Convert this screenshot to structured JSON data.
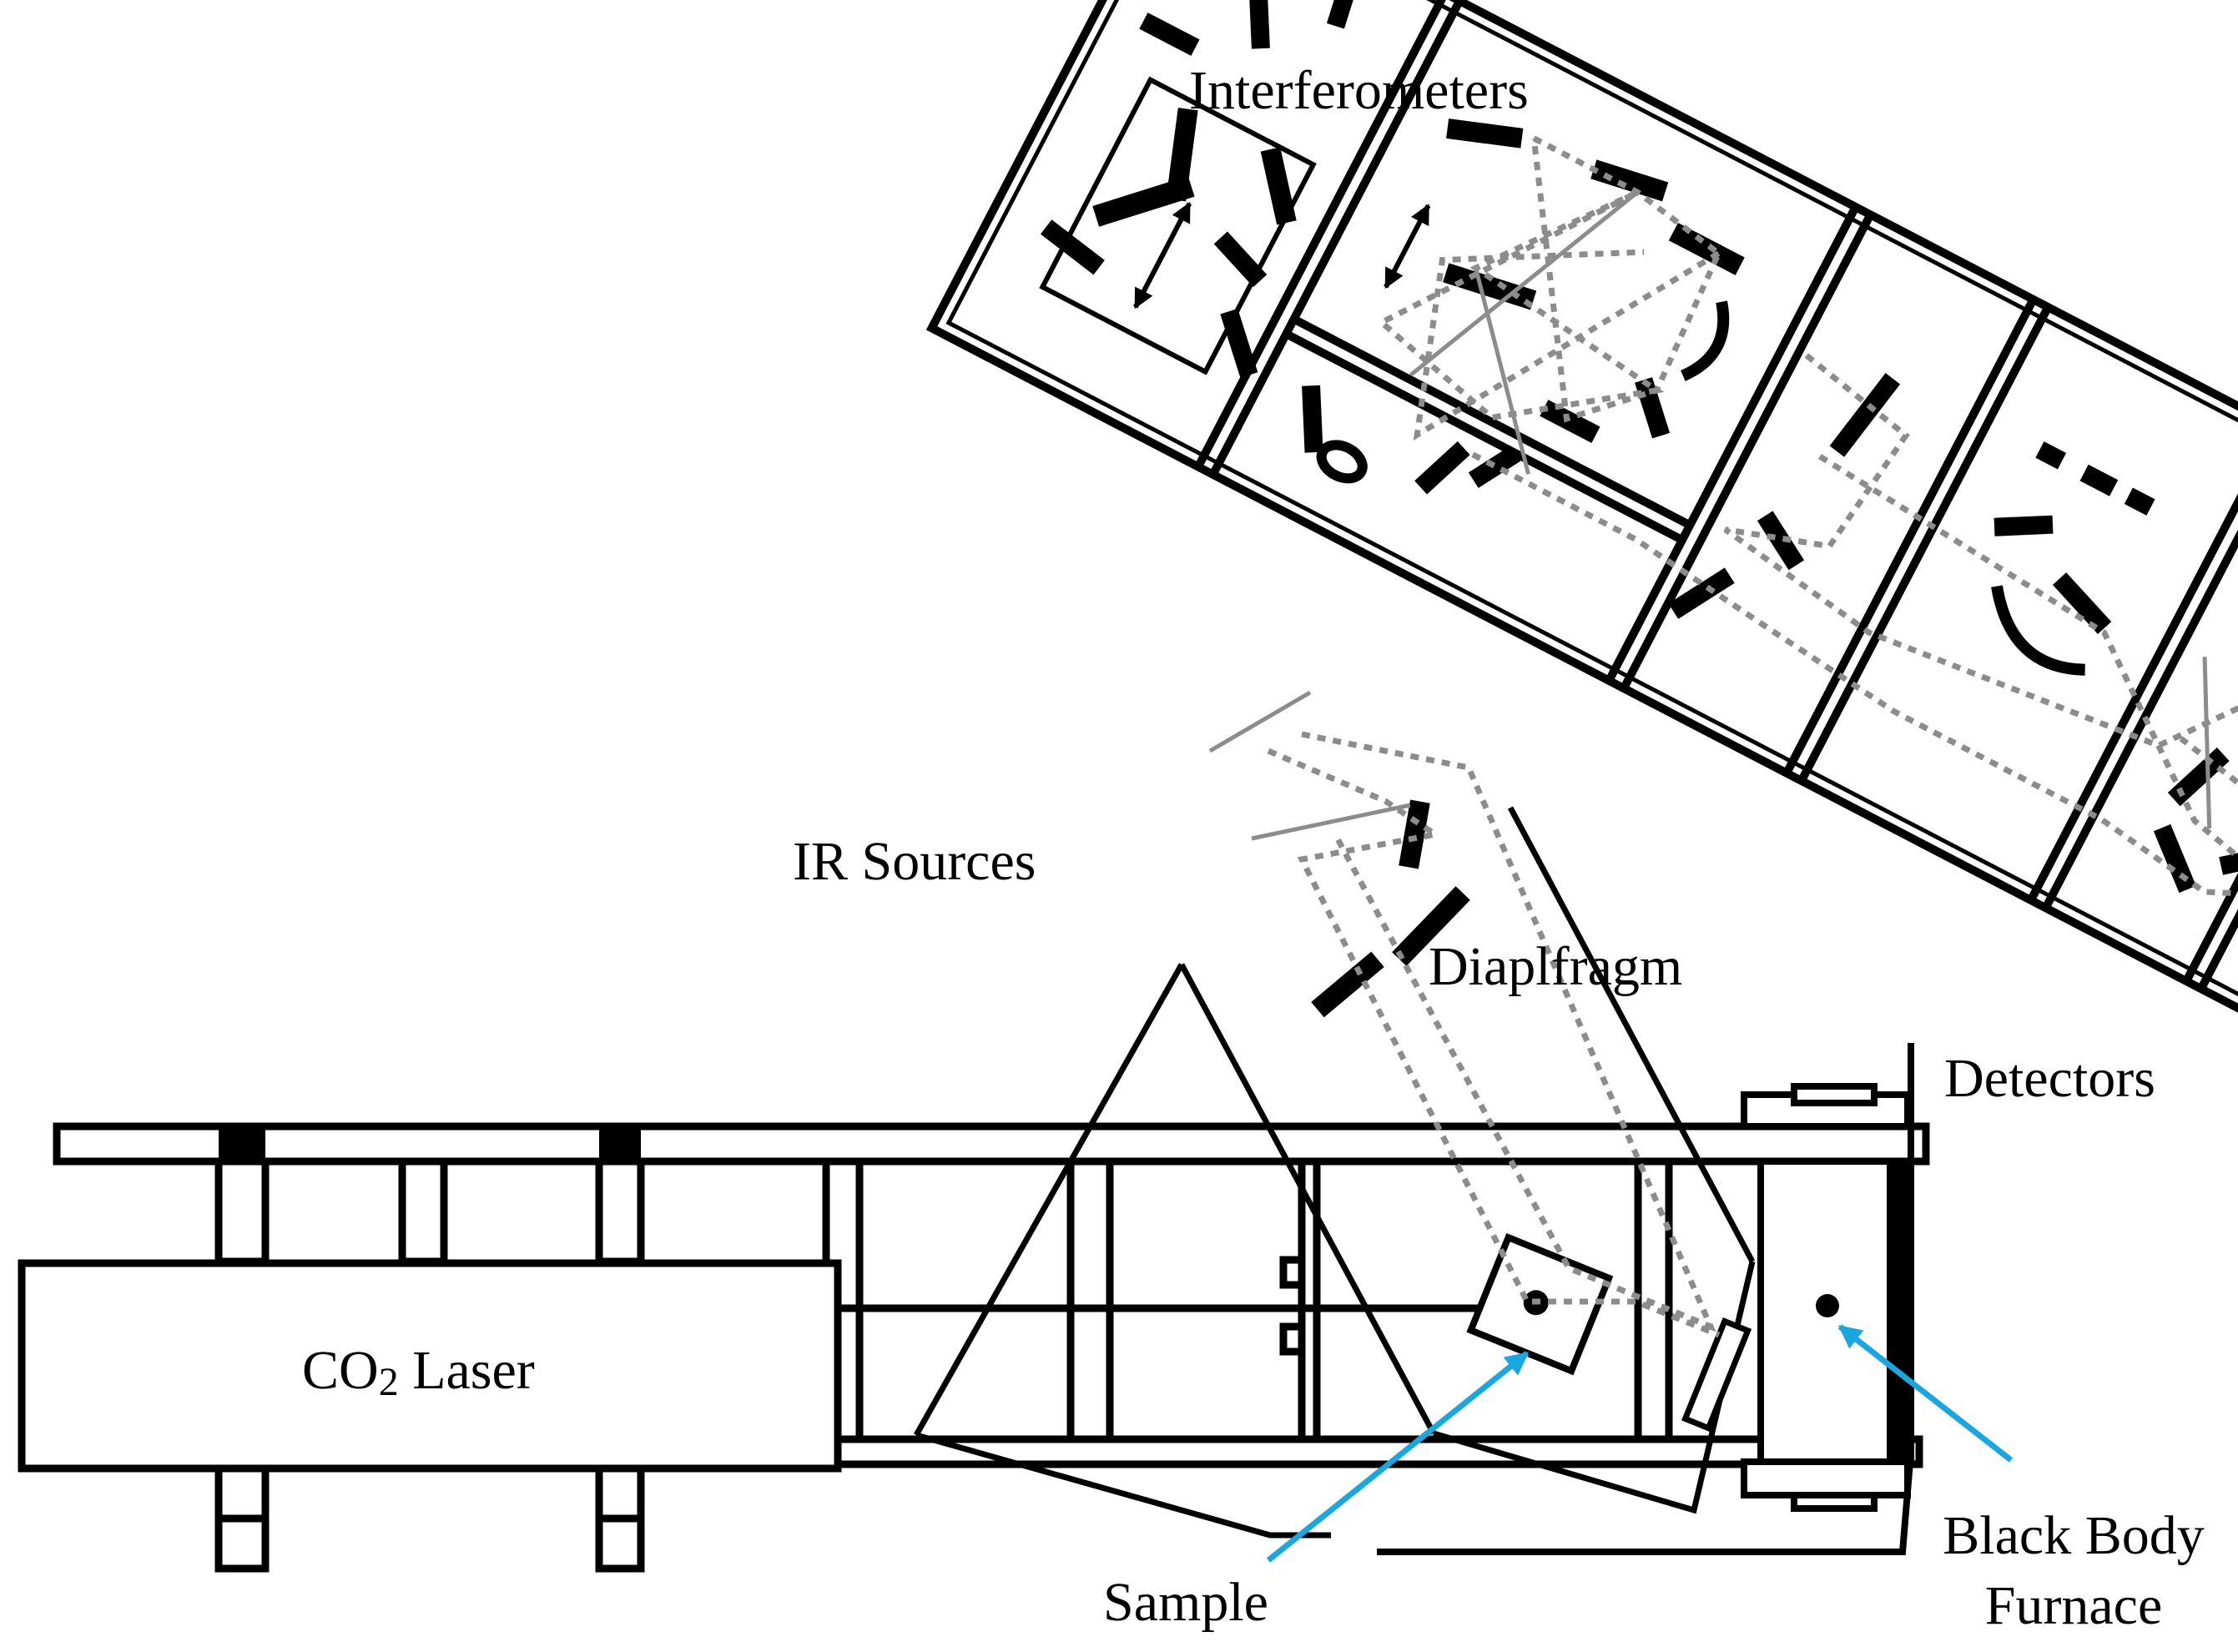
{
  "labels": {
    "interferometers": "Interferometers",
    "ir_sources": "IR Sources",
    "diaphragm": "Diaplfragm",
    "detectors": "Detectors",
    "laser_prefix": "CO",
    "laser_sub": "2",
    "laser_suffix": " Laser",
    "sample": "Sample",
    "black_body_line1": "Black Body",
    "black_body_line2": "Furnace"
  },
  "colors": {
    "line": "#000000",
    "beam_path": "#8c8c8c",
    "pointer_arrow": "#1aa7e0"
  }
}
